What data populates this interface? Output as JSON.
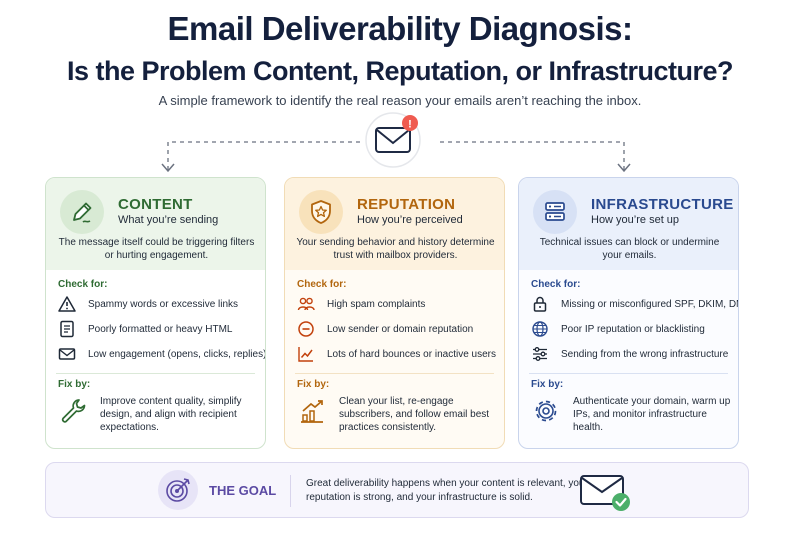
{
  "header": {
    "title_line1": "Email Deliverability Diagnosis:",
    "title_line2": "Is the Problem Content, Reputation, or Infrastructure?",
    "subtitle": "A simple framework to identify the real reason your emails aren’t reaching the inbox."
  },
  "alert": {
    "icon": "envelope-alert-icon",
    "badge_text": "!"
  },
  "cards": [
    {
      "title": "CONTENT",
      "subtitle": "What you’re sending",
      "description": "The message itself could be triggering filters or hurting engagement.",
      "check_label": "Check for:",
      "items": [
        "Spammy words or excessive links",
        "Poorly formatted or heavy HTML",
        "Low engagement (opens, clicks, replies)"
      ],
      "fix_label": "Fix by:",
      "fix_text": "Improve content quality, simplify design, and align with recipient expectations.",
      "color": "#2f6b33"
    },
    {
      "title": "REPUTATION",
      "subtitle": "How you’re perceived",
      "description": "Your sending behavior and history determine trust with mailbox providers.",
      "check_label": "Check for:",
      "items": [
        "High spam complaints",
        "Low sender or domain reputation",
        "Lots of hard bounces or inactive users"
      ],
      "fix_label": "Fix by:",
      "fix_text": "Clean your list, re-engage subscribers, and follow email best practices consistently.",
      "color": "#b2660e"
    },
    {
      "title": "INFRASTRUCTURE",
      "subtitle": "How you’re set up",
      "description": "Technical issues can block or undermine your emails.",
      "check_label": "Check for:",
      "items": [
        "Missing or misconfigured SPF, DKIM, DMARC",
        "Poor IP reputation or blacklisting",
        "Sending from the wrong infrastructure"
      ],
      "fix_label": "Fix by:",
      "fix_text": "Authenticate your domain, warm up IPs, and monitor infrastructure health.",
      "color": "#2a4a8f"
    }
  ],
  "goal": {
    "label": "THE GOAL",
    "text": "Great deliverability happens when your content is relevant, your reputation is strong, and your infrastructure is solid.",
    "color": "#5b4aa3"
  }
}
